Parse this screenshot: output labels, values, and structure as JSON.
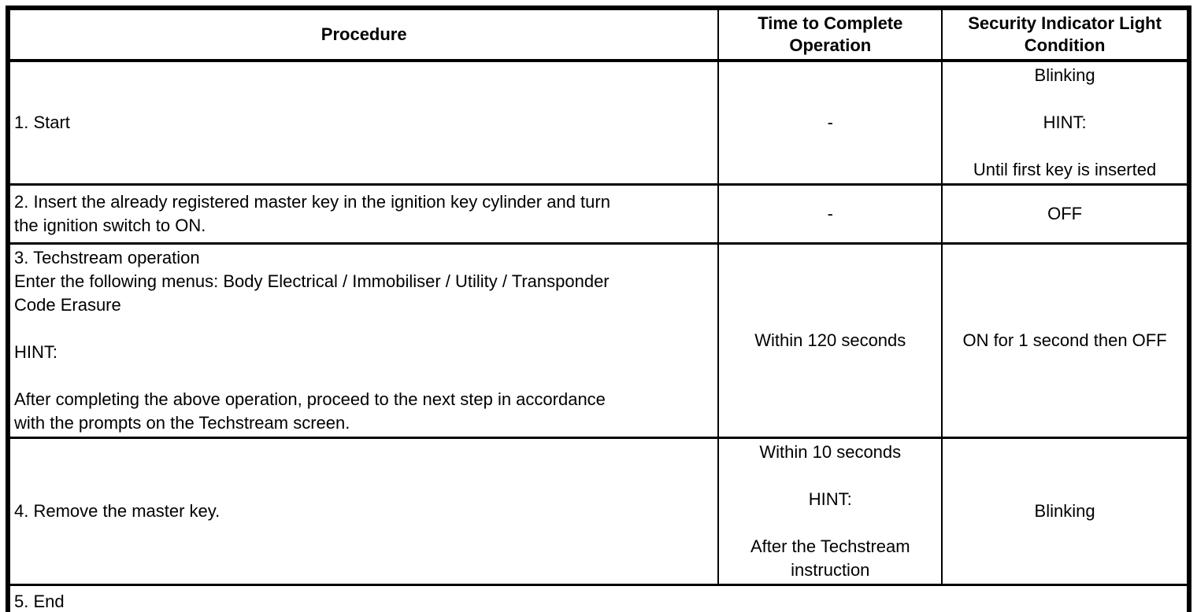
{
  "table": {
    "columns": [
      {
        "id": "procedure",
        "label": "Procedure"
      },
      {
        "id": "time",
        "label": "Time to Complete Operation"
      },
      {
        "id": "security",
        "label": "Security Indicator Light Condition"
      }
    ],
    "rows": [
      {
        "procedure": "1. Start",
        "time": "-",
        "security": "Blinking\n\nHINT:\n\nUntil first key is inserted"
      },
      {
        "procedure": "2. Insert the already registered master key in the ignition key cylinder and turn\nthe ignition switch to ON.",
        "time": "-",
        "security": "OFF"
      },
      {
        "procedure": "3. Techstream operation\nEnter the following menus: Body Electrical / Immobiliser / Utility / Transponder\nCode Erasure\n\nHINT:\n\nAfter completing the above operation, proceed to the next step in accordance\nwith the prompts on the Techstream screen.",
        "time": "Within 120 seconds",
        "security": "ON for 1 second then OFF"
      },
      {
        "procedure": "4. Remove the master key.",
        "time": "Within 10 seconds\n\nHINT:\n\nAfter the Techstream\ninstruction",
        "security": "Blinking"
      },
      {
        "procedure": "5. End"
      }
    ],
    "colors": {
      "border": "#000000",
      "background": "#ffffff",
      "text": "#000000"
    }
  }
}
